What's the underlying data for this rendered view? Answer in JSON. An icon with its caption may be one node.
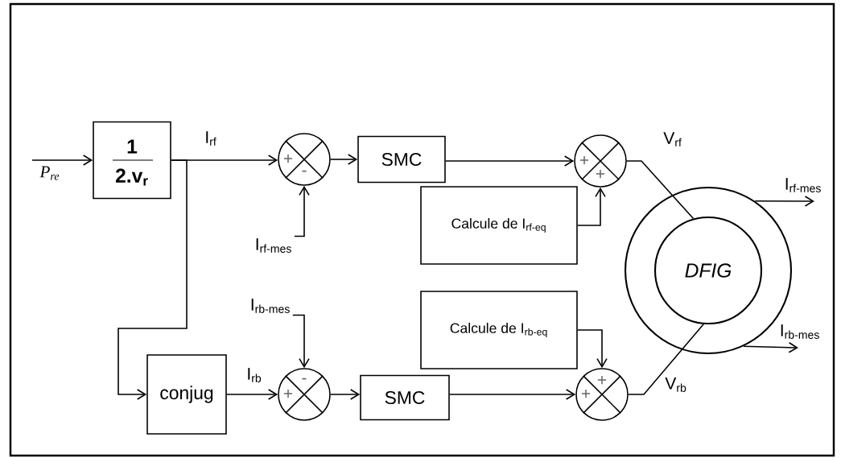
{
  "diagram": {
    "nodes": [
      {
        "text": [
          "1",
          "2.v$_{r}$"
        ]
      },
      {
        "text": [
          "+",
          "-"
        ]
      },
      {
        "text": [
          "SMC"
        ]
      },
      {
        "text": [
          "+",
          "+"
        ]
      },
      {
        "text": [
          "Calcule de I$_{rf-eq}$"
        ]
      },
      {
        "text": [],
        "shape": "circle"
      },
      {
        "text": [
          "DFIG"
        ],
        "in": 5
      },
      {
        "text": [
          "Calcule de I$_{rb-eq}$"
        ]
      },
      {
        "text": [
          "conjug"
        ]
      },
      {
        "text": [
          "-",
          "+"
        ]
      },
      {
        "text": [
          "SMC"
        ]
      },
      {
        "text": [
          "+",
          "+"
        ]
      },
      {
        "text": [
          "I$_{rf-mes}$"
        ]
      },
      {
        "text": [
          "I$_{rb-mes}$"
        ]
      }
    ],
    "edges": [
      {
        "from": null,
        "to": 0,
        "arrow": "to",
        "label": "P$_{re}$"
      },
      {
        "from": 0,
        "to": 1,
        "arrow": "to",
        "label": "I$_{rf}$"
      },
      {
        "from": 0,
        "to": 8,
        "arrow": "to"
      },
      {
        "from": 12,
        "to": 1,
        "arrow": "to"
      },
      {
        "from": 1,
        "to": 2,
        "arrow": "to"
      },
      {
        "from": 2,
        "to": 3,
        "arrow": "to"
      },
      {
        "from": 4,
        "to": 3,
        "arrow": "to"
      },
      {
        "from": 3,
        "to": 6,
        "arrow": "none",
        "label": "V$_{rf}$"
      },
      {
        "from": 5,
        "to": null,
        "arrow": "to",
        "label": "I$_{rf-mes}$"
      },
      {
        "from": 8,
        "to": 9,
        "arrow": "to",
        "label": "I$_{rb}$"
      },
      {
        "from": 13,
        "to": 9,
        "arrow": "to"
      },
      {
        "from": 9,
        "to": 10,
        "arrow": "to"
      },
      {
        "from": 10,
        "to": 11,
        "arrow": "to"
      },
      {
        "from": 7,
        "to": 11,
        "arrow": "to"
      },
      {
        "from": 11,
        "to": 6,
        "arrow": "none",
        "label": "V$_{rb}$"
      },
      {
        "from": 5,
        "to": null,
        "arrow": "to",
        "label": "I$_{rb-mes}$"
      }
    ]
  }
}
